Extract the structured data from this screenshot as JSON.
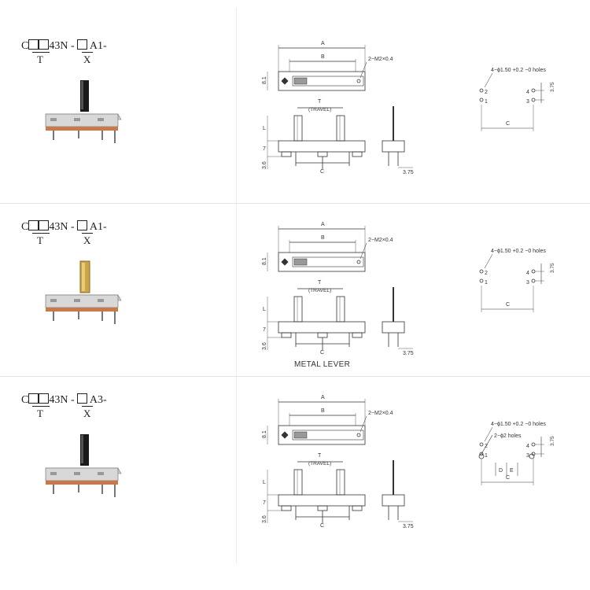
{
  "divider_color": "#e4e4e4",
  "rows": [
    {
      "code_a": "C",
      "code_b": "43N - ",
      "code_c": " A1-",
      "label_t": "T",
      "label_x": "X",
      "lever": "black",
      "dim_a": "A",
      "dim_b": "B",
      "screw": "2−M2×0.4",
      "dim_h": "8.1",
      "travel_t": "T",
      "travel": "(TRAVEL)",
      "dim_l": "L",
      "dim_7": "7",
      "dim_36": "3.6",
      "dim_c": "C",
      "dim_375": "3.75",
      "holes": "4−ϕ1.50 +0.2 −0 holes",
      "pin_1": "1",
      "pin_2": "2",
      "pin_3": "3",
      "pin_4": "4",
      "hole_c": "C",
      "hole_375": "3.75",
      "caption": ""
    },
    {
      "code_a": "C",
      "code_b": "43N - ",
      "code_c": " A1-",
      "label_t": "T",
      "label_x": "X",
      "lever": "metal",
      "dim_a": "A",
      "dim_b": "B",
      "screw": "2−M2×0.4",
      "dim_h": "8.1",
      "travel_t": "T",
      "travel": "(TRAVEL)",
      "dim_l": "L",
      "dim_7": "7",
      "dim_36": "3.6",
      "dim_c": "C",
      "dim_375": "3.75",
      "holes": "4−ϕ1.50 +0.2 −0 holes",
      "pin_1": "1",
      "pin_2": "2",
      "pin_3": "3",
      "pin_4": "4",
      "hole_c": "C",
      "hole_375": "3.75",
      "caption": "METAL LEVER"
    },
    {
      "code_a": "C",
      "code_b": "43N - ",
      "code_c": " A3-",
      "label_t": "T",
      "label_x": "X",
      "lever": "black",
      "dim_a": "A",
      "dim_b": "B",
      "screw": "2−M2×0.4",
      "dim_h": "8.1",
      "travel_t": "T",
      "travel": "(TRAVEL)",
      "dim_l": "L",
      "dim_7": "7",
      "dim_36": "3.6",
      "dim_c": "C",
      "dim_375": "3.75",
      "holes": "4−ϕ1.50 +0.2 −0 holes",
      "holes2": "2−ϕ2 holes",
      "pin_1": "1",
      "pin_2": "2",
      "pin_3": "3",
      "pin_4": "4",
      "hole_d": "D",
      "hole_e": "E",
      "hole_c": "C",
      "hole_375": "3.75",
      "caption": ""
    }
  ]
}
